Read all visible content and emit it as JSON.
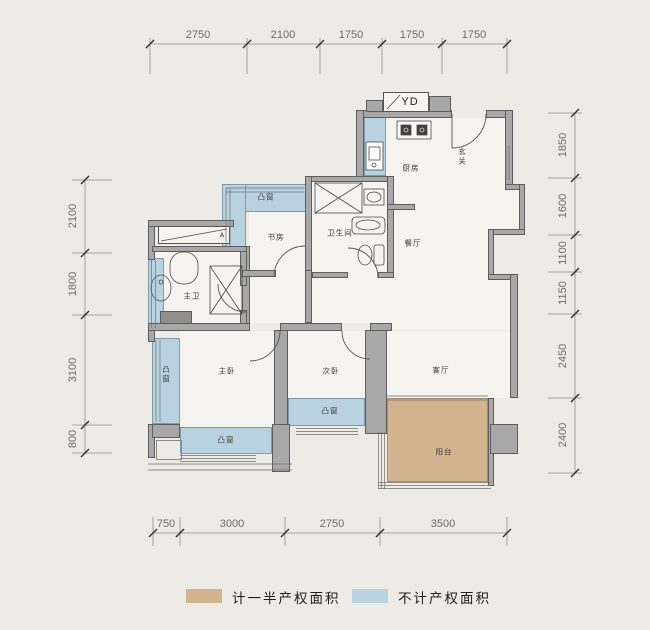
{
  "plan": {
    "rooms": {
      "kitchen": "厨房",
      "entry": "玄关",
      "study": "书房",
      "bathroom": "卫生间",
      "dining": "餐厅",
      "master_bathroom": "主卫",
      "master_bedroom": "主卧",
      "second_bedroom": "次卧",
      "living_room": "客厅",
      "balcony": "阳台"
    },
    "bay_window_label": "凸窗",
    "duct_label": "YD",
    "ac_platform_label": "A"
  },
  "dimensions": {
    "top": [
      "2750",
      "2100",
      "1750",
      "1750",
      "1750"
    ],
    "right": [
      "1850",
      "1600",
      "1100",
      "1150",
      "2450",
      "2400"
    ],
    "left": [
      "2100",
      "1800",
      "3100",
      "800"
    ],
    "bottom": [
      "750",
      "3000",
      "2750",
      "3500"
    ]
  },
  "legend": {
    "items": [
      {
        "label": "计一半产权面积",
        "color": "#d2b48f"
      },
      {
        "label": "不计产权面积",
        "color": "#b8d2e0"
      }
    ]
  },
  "colors": {
    "background": "#edebe6",
    "floor": "#f6f4f0",
    "wall": "#a8a8a8",
    "half_property_area": "#d2b48f",
    "non_property_area": "#b8d2e0"
  }
}
